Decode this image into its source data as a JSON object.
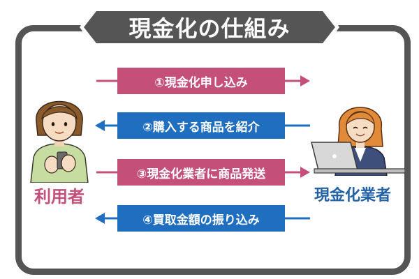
{
  "title": "現金化の仕組み",
  "user_label": "利用者",
  "vendor_label": "現金化業者",
  "steps": [
    {
      "label": "①現金化申し込み",
      "direction": "right"
    },
    {
      "label": "②購入する商品を紹介",
      "direction": "left"
    },
    {
      "label": "③現金化業者に商品発送",
      "direction": "right"
    },
    {
      "label": "④買取金額の振り込み",
      "direction": "left"
    }
  ],
  "colors": {
    "frame": "#555555",
    "pink": "#c4507a",
    "blue": "#1f6ec0",
    "blue_text": "#2462a8"
  }
}
